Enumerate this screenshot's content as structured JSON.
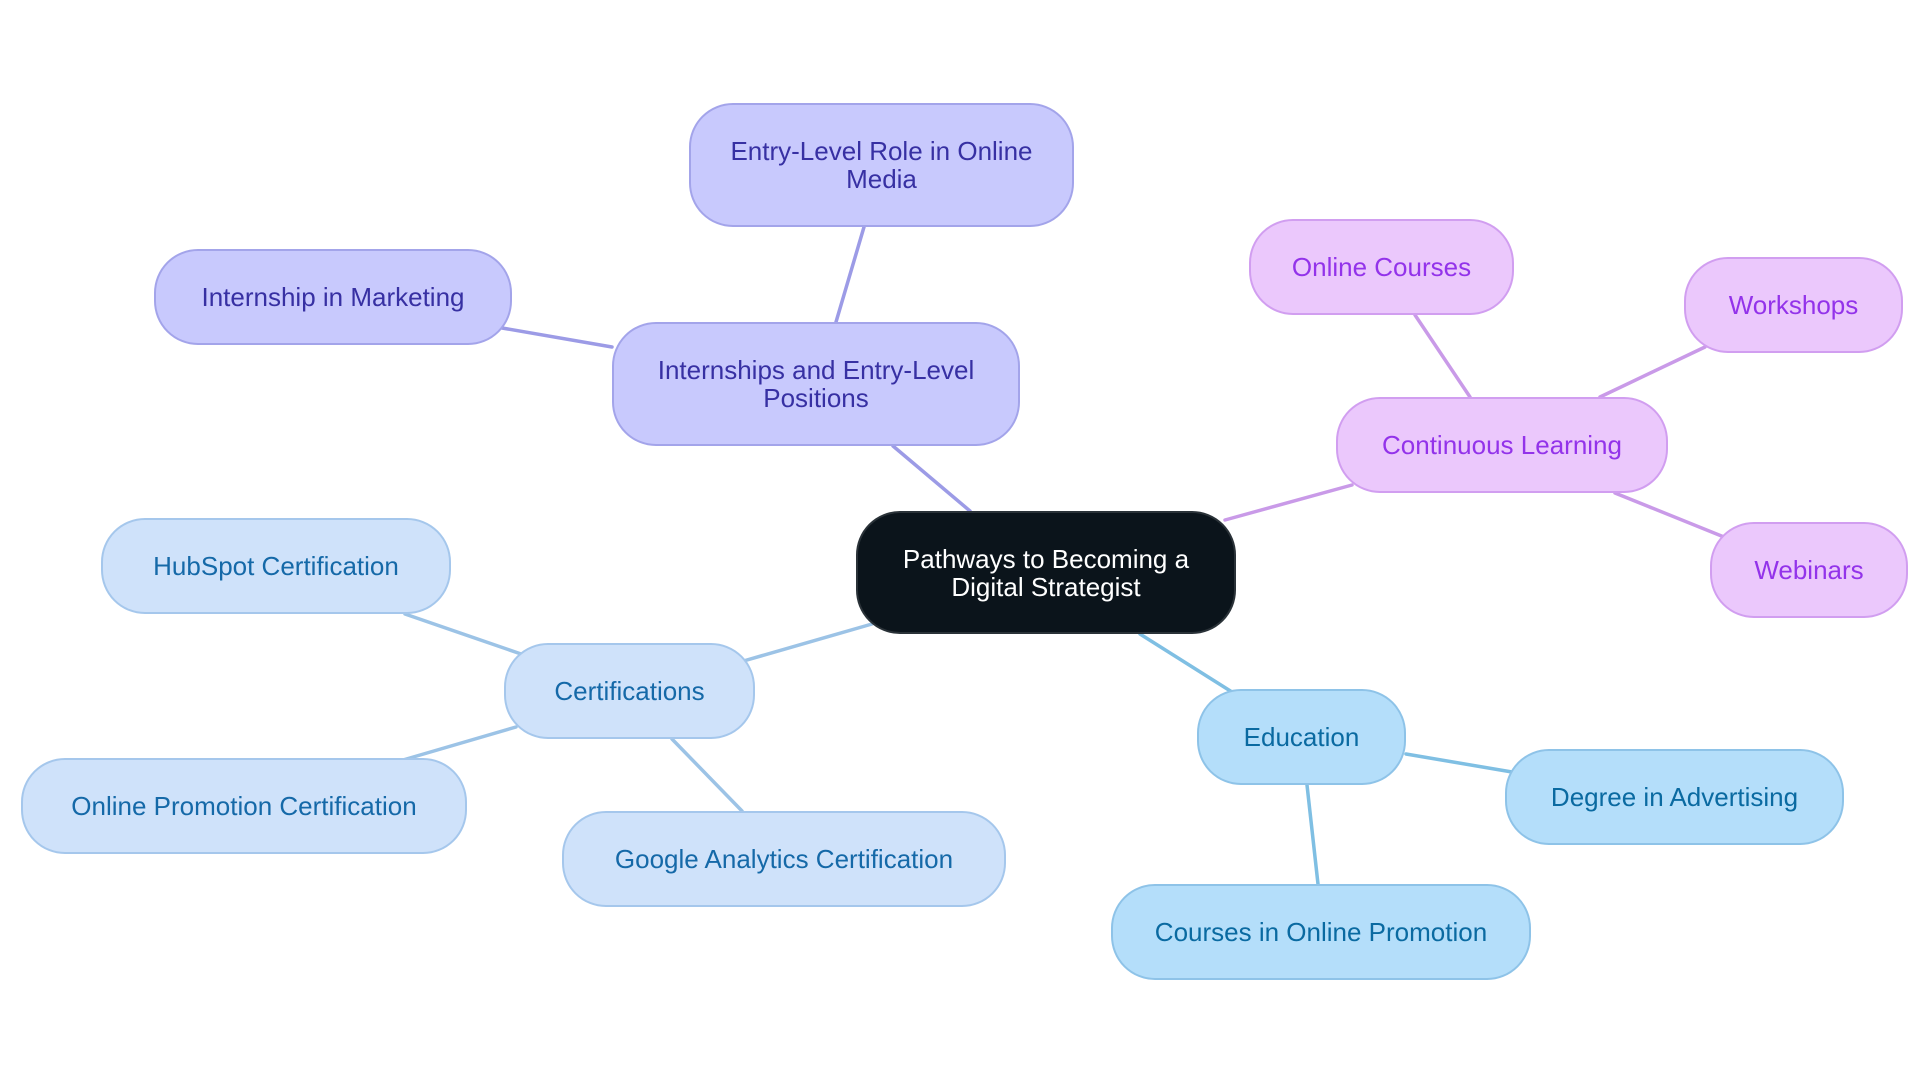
{
  "diagram": {
    "root": {
      "label": "Pathways to Becoming a Digital Strategist"
    },
    "branches": {
      "internships": {
        "label": "Internships and Entry-Level Positions",
        "children": [
          "Entry-Level Role in Online Media",
          "Internship in Marketing"
        ],
        "color": "#c8c9fd"
      },
      "learning": {
        "label": "Continuous Learning",
        "children": [
          "Online Courses",
          "Workshops",
          "Webinars"
        ],
        "color": "#ebc8fc"
      },
      "education": {
        "label": "Education",
        "children": [
          "Degree in Advertising",
          "Courses in Online Promotion"
        ],
        "color": "#b4defa"
      },
      "certifications": {
        "label": "Certifications",
        "children": [
          "HubSpot Certification",
          "Online Promotion Certification",
          "Google Analytics Certification"
        ],
        "color": "#cfe2fa"
      }
    },
    "edge_colors": {
      "internships": "#9c9be6",
      "learning": "#c99ae8",
      "education": "#7fbfe3",
      "certifications": "#9cc3e6"
    }
  }
}
